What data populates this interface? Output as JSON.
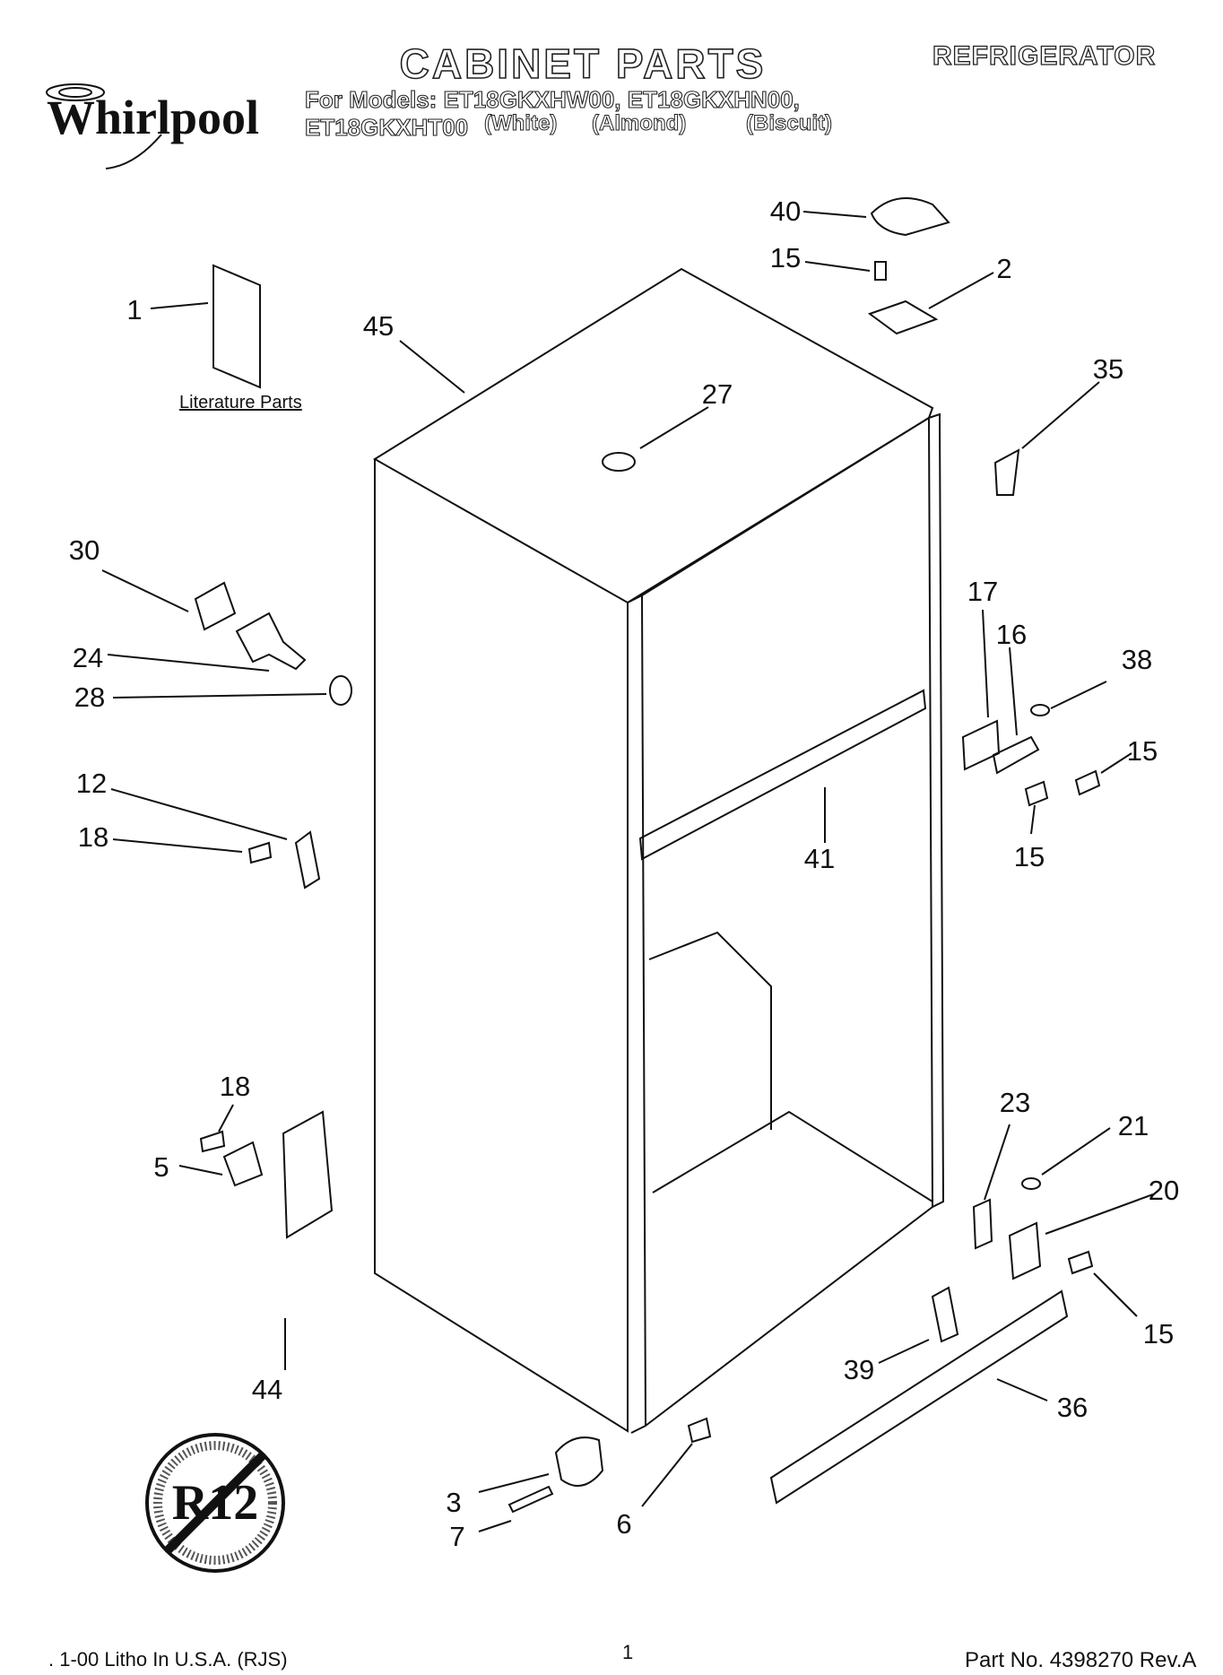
{
  "header": {
    "brand": "Whirlpool",
    "title": "CABINET PARTS",
    "appliance": "REFRIGERATOR",
    "models_line": "For Models: ET18GKXHW00, ET18GKXHN00, ET18GKXHT00",
    "colors": [
      "(White)",
      "(Almond)",
      "(Biscuit)"
    ]
  },
  "labels": {
    "literature_parts": "Literature Parts",
    "r12_badge": "R12"
  },
  "callouts": [
    "40",
    "15",
    "2",
    "1",
    "45",
    "27",
    "35",
    "30",
    "24",
    "28",
    "12",
    "18",
    "17",
    "16",
    "38",
    "15",
    "41",
    "15",
    "18",
    "5",
    "23",
    "21",
    "20",
    "15",
    "44",
    "39",
    "36",
    "3",
    "7",
    "6"
  ],
  "footer": {
    "left": ". 1-00 Litho In U.S.A. (RJS)",
    "page": "1",
    "part_no": "Part No. 4398270 Rev.A"
  }
}
